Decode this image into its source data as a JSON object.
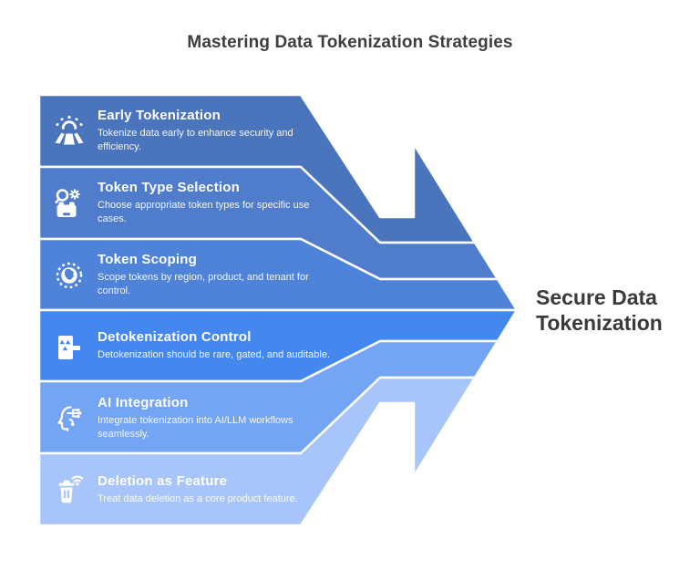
{
  "title": "Mastering Data Tokenization Strategies",
  "result_label": "Secure Data Tokenization",
  "colors": {
    "background": "#ffffff",
    "title_text": "#3e3e3e",
    "result_text": "#3a3a3a",
    "step_text": "#ffffff",
    "separator": "#ffffff"
  },
  "steps": [
    {
      "title": "Early Tokenization",
      "description": "Tokenize data early to enhance security and efficiency.",
      "icon": "sunrise-road-icon",
      "color": "#4a74bc"
    },
    {
      "title": "Token Type Selection",
      "description": "Choose appropriate token types for specific use cases.",
      "icon": "search-gear-token-icon",
      "color": "#4f7dcb"
    },
    {
      "title": "Token Scoping",
      "description": "Scope tokens by region, product, and tenant for control.",
      "icon": "globe-scope-icon",
      "color": "#4f82d9"
    },
    {
      "title": "Detokenization Control",
      "description": "Detokenization should be rare, gated, and auditable.",
      "icon": "detokenization-block-icon",
      "color": "#4487ee"
    },
    {
      "title": "AI Integration",
      "description": "Integrate tokenization into AI/LLM workflows seamlessly.",
      "icon": "ai-head-circuit-icon",
      "color": "#74a4f4"
    },
    {
      "title": "Deletion as Feature",
      "description": "Treat data deletion as a core product feature.",
      "icon": "trash-wifi-icon",
      "color": "#a7c5fa"
    }
  ]
}
